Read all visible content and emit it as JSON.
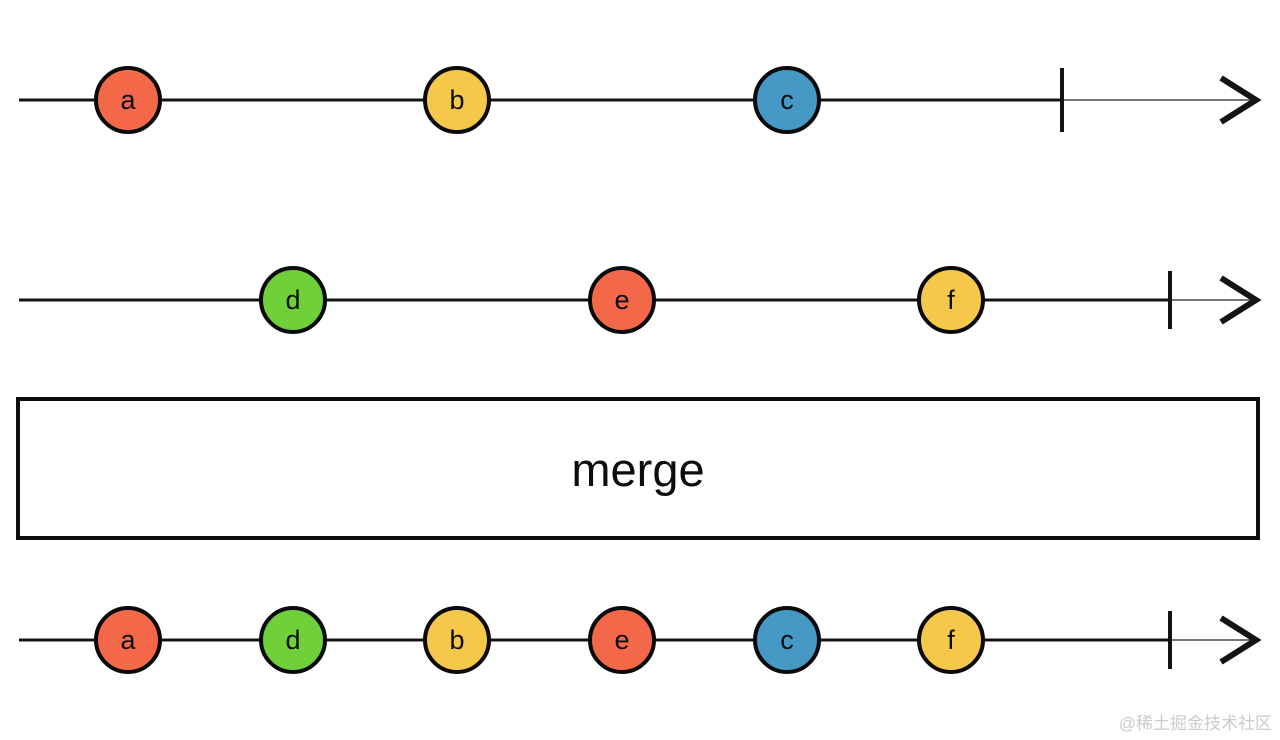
{
  "diagram": {
    "type": "marble-diagram",
    "operator": {
      "label": "merge"
    },
    "palette": {
      "orange": "#f4684a",
      "yellow": "#f6c84a",
      "blue": "#4599c4",
      "green": "#6fd039",
      "line": "#141414",
      "marble_stroke": "#0a0a0a"
    },
    "timelines": {
      "source1": {
        "marbles": [
          {
            "label": "a",
            "color": "#f4684a"
          },
          {
            "label": "b",
            "color": "#f6c84a"
          },
          {
            "label": "c",
            "color": "#4599c4"
          }
        ]
      },
      "source2": {
        "marbles": [
          {
            "label": "d",
            "color": "#6fd039"
          },
          {
            "label": "e",
            "color": "#f4684a"
          },
          {
            "label": "f",
            "color": "#f6c84a"
          }
        ]
      },
      "output": {
        "marbles": [
          {
            "label": "a",
            "color": "#f4684a"
          },
          {
            "label": "d",
            "color": "#6fd039"
          },
          {
            "label": "b",
            "color": "#f6c84a"
          },
          {
            "label": "e",
            "color": "#f4684a"
          },
          {
            "label": "c",
            "color": "#4599c4"
          },
          {
            "label": "f",
            "color": "#f6c84a"
          }
        ]
      }
    }
  },
  "watermark": {
    "text": "@稀土掘金技术社区",
    "color": "#cbcbcb"
  }
}
